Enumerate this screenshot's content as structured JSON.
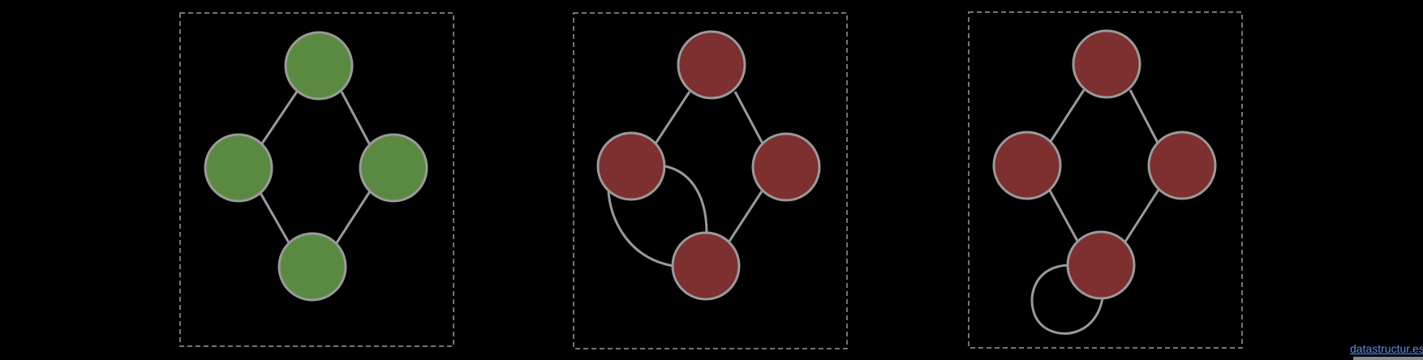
{
  "colors": {
    "background": "#000000",
    "frame": "#9a9a9a",
    "edge": "#9a9a9a",
    "valid": "#5a8a42",
    "invalid": "#7e2f2f",
    "link": "#5b8ff0"
  },
  "panels": [
    {
      "id": "simple-graph",
      "status": "valid",
      "nodes": [
        "top",
        "left",
        "right",
        "bottom"
      ],
      "edges": [
        [
          "top",
          "left"
        ],
        [
          "top",
          "right"
        ],
        [
          "left",
          "bottom"
        ],
        [
          "right",
          "bottom"
        ]
      ]
    },
    {
      "id": "multi-edge-graph",
      "status": "invalid",
      "nodes": [
        "top",
        "left",
        "right",
        "bottom"
      ],
      "edges": [
        [
          "top",
          "left"
        ],
        [
          "top",
          "right"
        ],
        [
          "right",
          "bottom"
        ],
        [
          "left",
          "bottom",
          "curved"
        ],
        [
          "left",
          "bottom",
          "curved"
        ]
      ]
    },
    {
      "id": "self-loop-graph",
      "status": "invalid",
      "nodes": [
        "top",
        "left",
        "right",
        "bottom"
      ],
      "edges": [
        [
          "top",
          "left"
        ],
        [
          "top",
          "right"
        ],
        [
          "left",
          "bottom"
        ],
        [
          "right",
          "bottom"
        ],
        [
          "bottom",
          "bottom",
          "loop"
        ]
      ]
    }
  ],
  "attribution": {
    "text": "datastructur.es"
  }
}
